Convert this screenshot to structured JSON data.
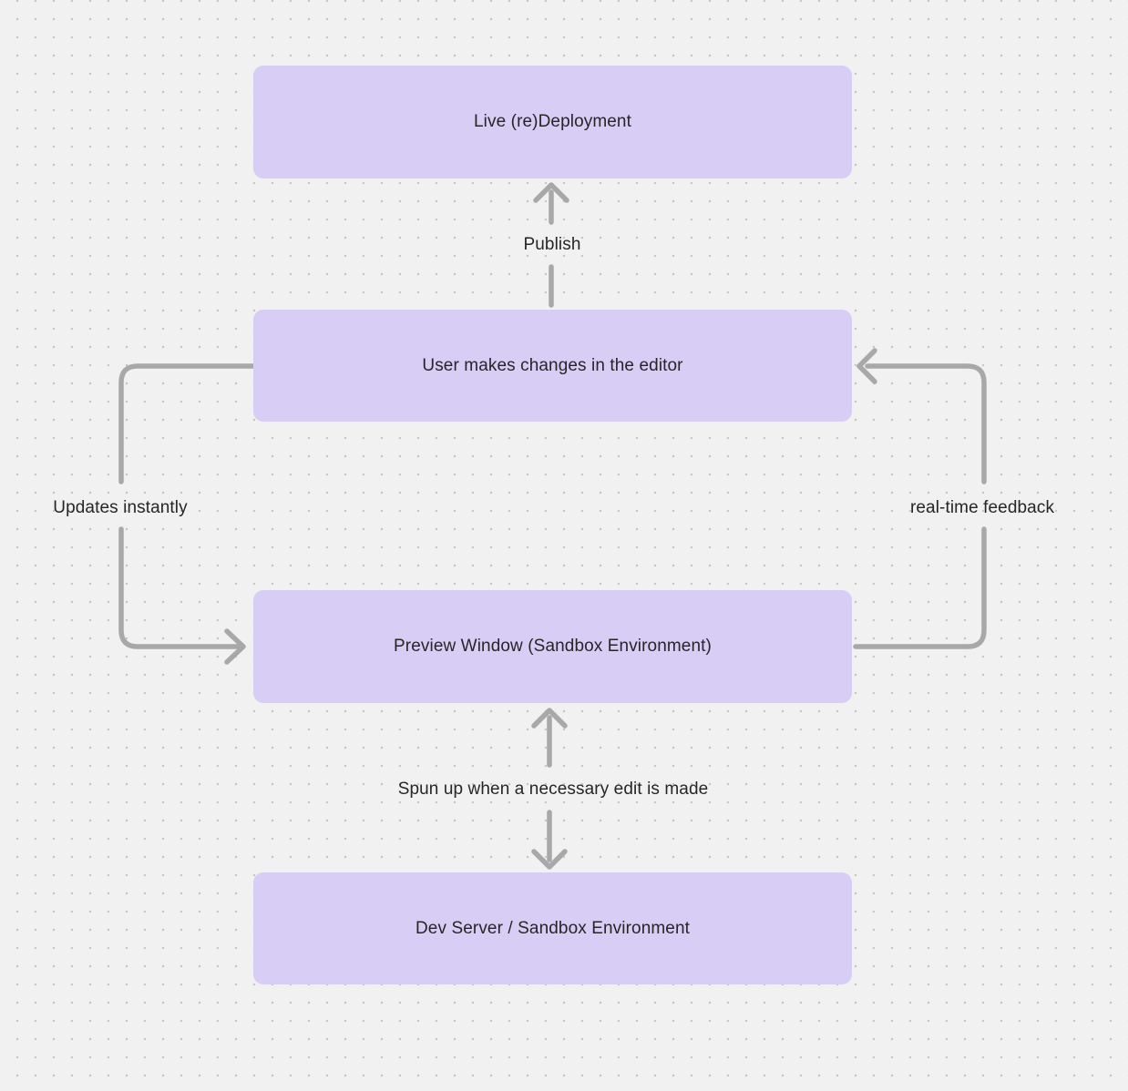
{
  "diagram": {
    "nodes": [
      {
        "id": "live-redeployment",
        "label": "Live (re)Deployment"
      },
      {
        "id": "user-changes",
        "label": "User makes changes in the editor"
      },
      {
        "id": "preview-window",
        "label": "Preview Window (Sandbox Environment)"
      },
      {
        "id": "dev-server",
        "label": "Dev Server / Sandbox Environment"
      }
    ],
    "edges": [
      {
        "id": "publish",
        "label": "Publish",
        "from": "user-changes",
        "to": "live-redeployment",
        "direction": "up"
      },
      {
        "id": "updates-instantly",
        "label": "Updates instantly",
        "from": "user-changes",
        "to": "preview-window",
        "side": "left"
      },
      {
        "id": "real-time-feedback",
        "label": "real-time feedback",
        "from": "preview-window",
        "to": "user-changes",
        "side": "right"
      },
      {
        "id": "spun-up",
        "label": "Spun up when a necessary edit is made",
        "from": "preview-window",
        "to": "dev-server",
        "direction": "both"
      }
    ],
    "colors": {
      "background": "#f2f1f1",
      "dot": "#c6c6c6",
      "node_fill": "#d8cdf4",
      "arrow": "#a8a8a8",
      "text": "#262626"
    }
  }
}
